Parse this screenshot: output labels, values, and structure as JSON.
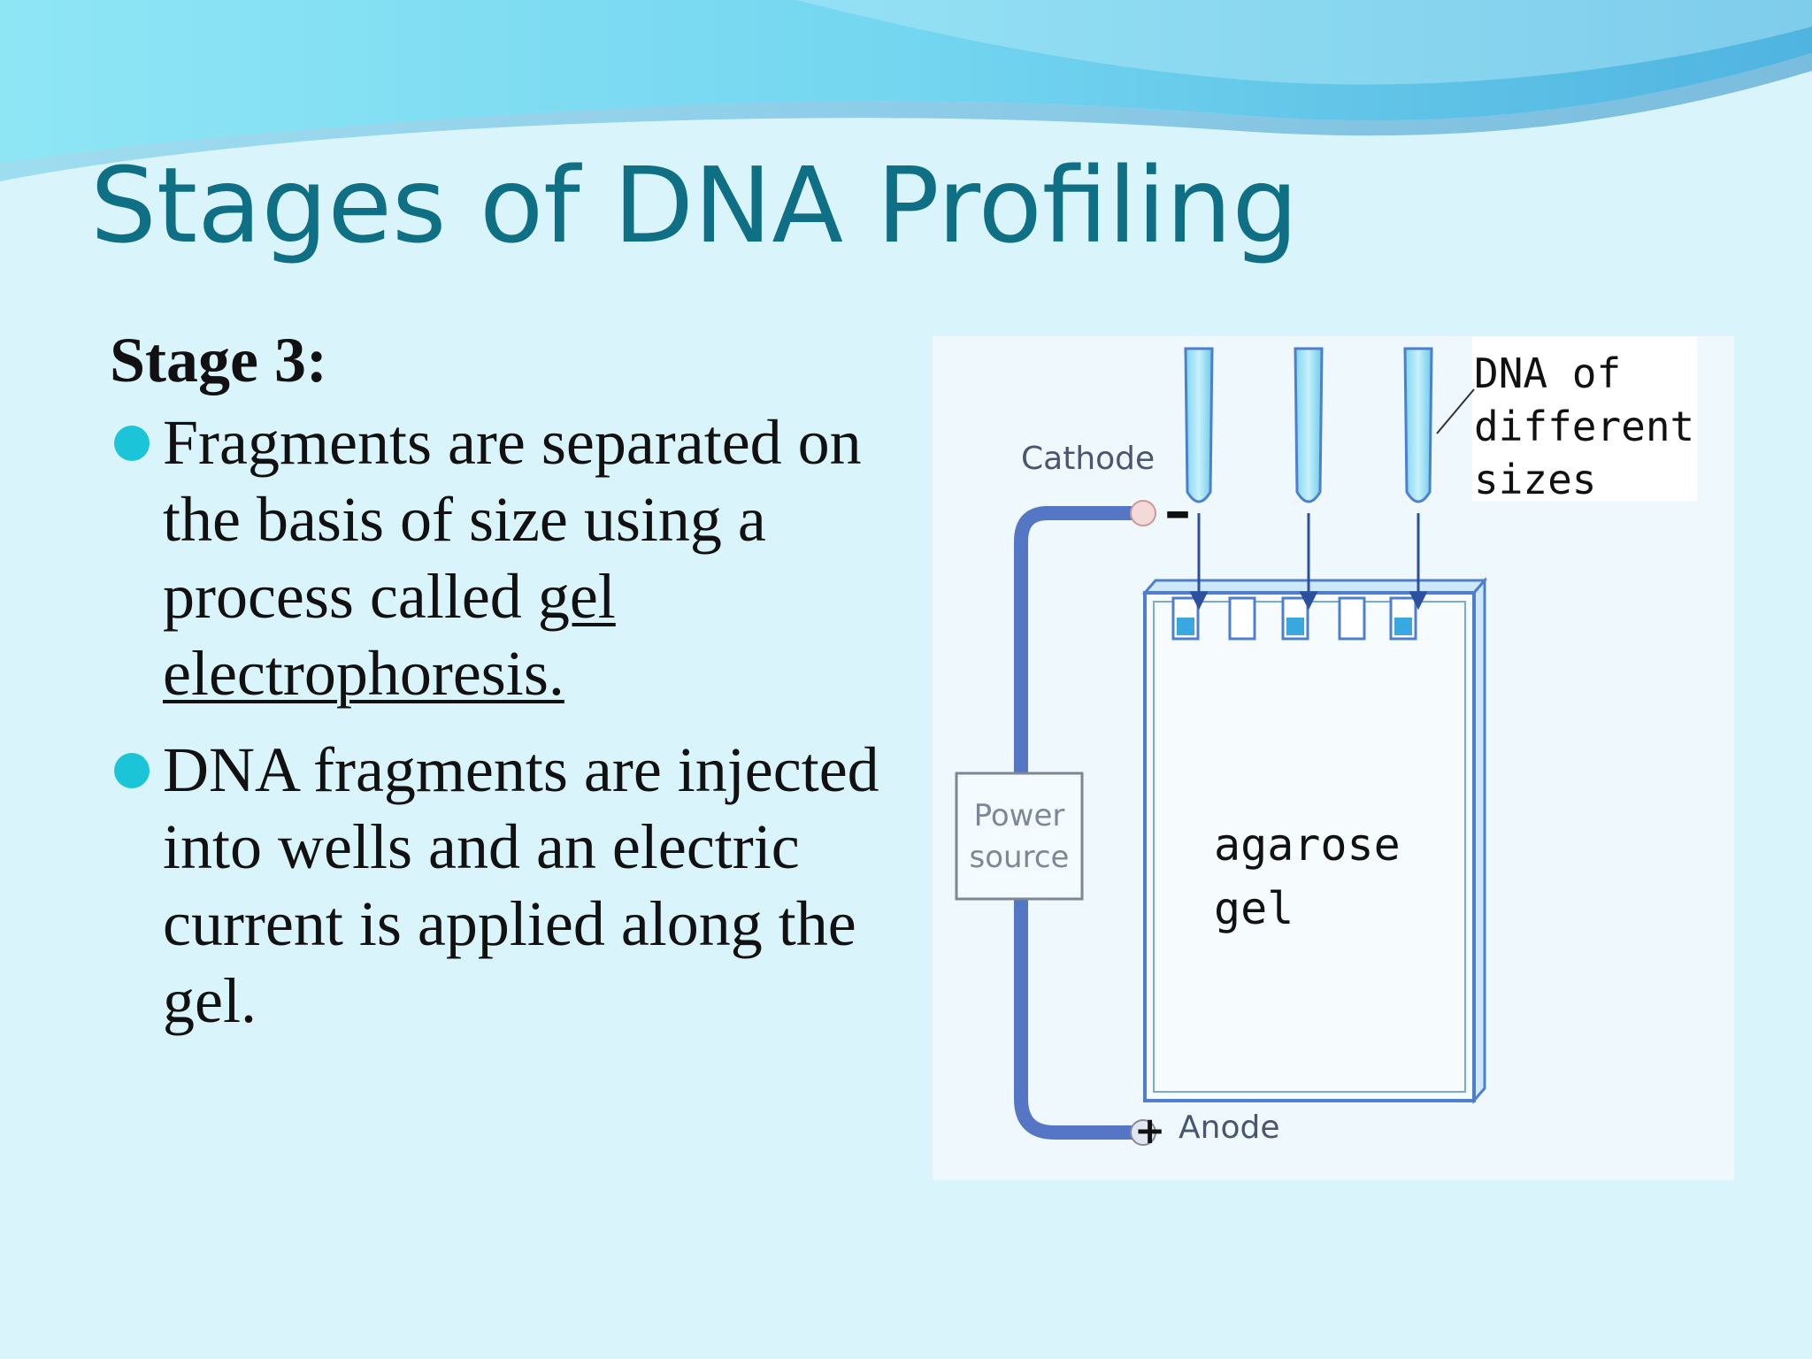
{
  "slide": {
    "title": "Stages of DNA Profiling",
    "stage_heading": "Stage 3:",
    "bullets": [
      {
        "text_before": "Fragments are separated on the basis of size using a process called ",
        "underlined": "gel electrophoresis."
      },
      {
        "text": "DNA fragments are injected into wells and an electric current is applied along the gel."
      }
    ]
  },
  "diagram": {
    "cathode_label": "Cathode",
    "cathode_sign": "–",
    "anode_label": "Anode",
    "anode_sign": "+",
    "power_label_line1": "Power",
    "power_label_line2": "source",
    "gel_label_line1": "agarose",
    "gel_label_line2": "gel",
    "dna_label_line1": "DNA of",
    "dna_label_line2": "different",
    "dna_label_line3": "sizes"
  },
  "colors": {
    "title": "#0e6f85",
    "bullet": "#1cc4d8",
    "background": "#d9f4fb",
    "wire": "#5576c4"
  }
}
